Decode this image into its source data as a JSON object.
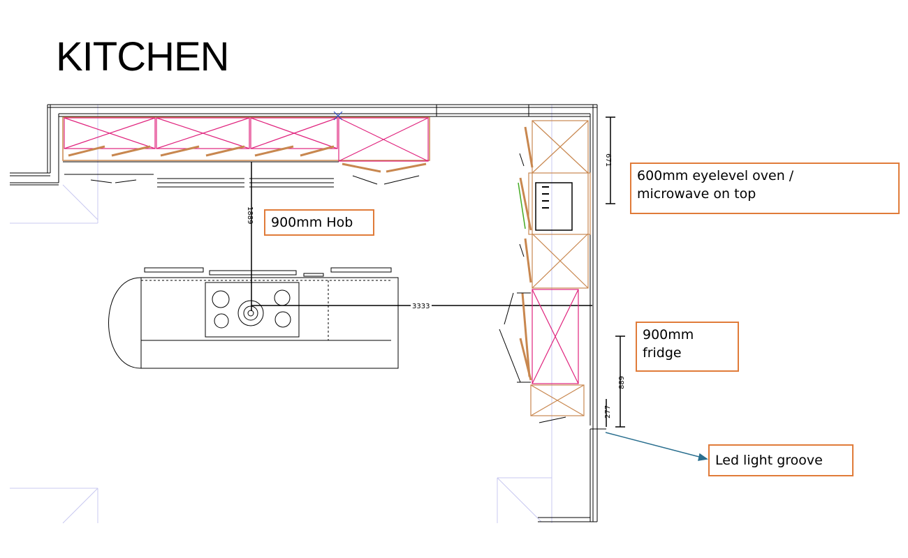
{
  "title": "KITCHEN",
  "callouts": {
    "hob": "900mm Hob",
    "oven_line1": "600mm eyelevel oven /",
    "oven_line2": "microwave on top",
    "fridge_line1": "900mm",
    "fridge_line2": "fridge",
    "led": "Led light groove"
  },
  "dimensions": {
    "vertical_hob": "1889",
    "horizontal_island": "3333",
    "oven_height": "671",
    "fridge_height": "889",
    "groove": "277"
  },
  "colors": {
    "callout_border": "#e07b39",
    "cabinet_pink": "#e0237d",
    "door_brown": "#c8874f",
    "faint_lines": "#c8c8f0",
    "arrow": "#2a6f8f"
  }
}
